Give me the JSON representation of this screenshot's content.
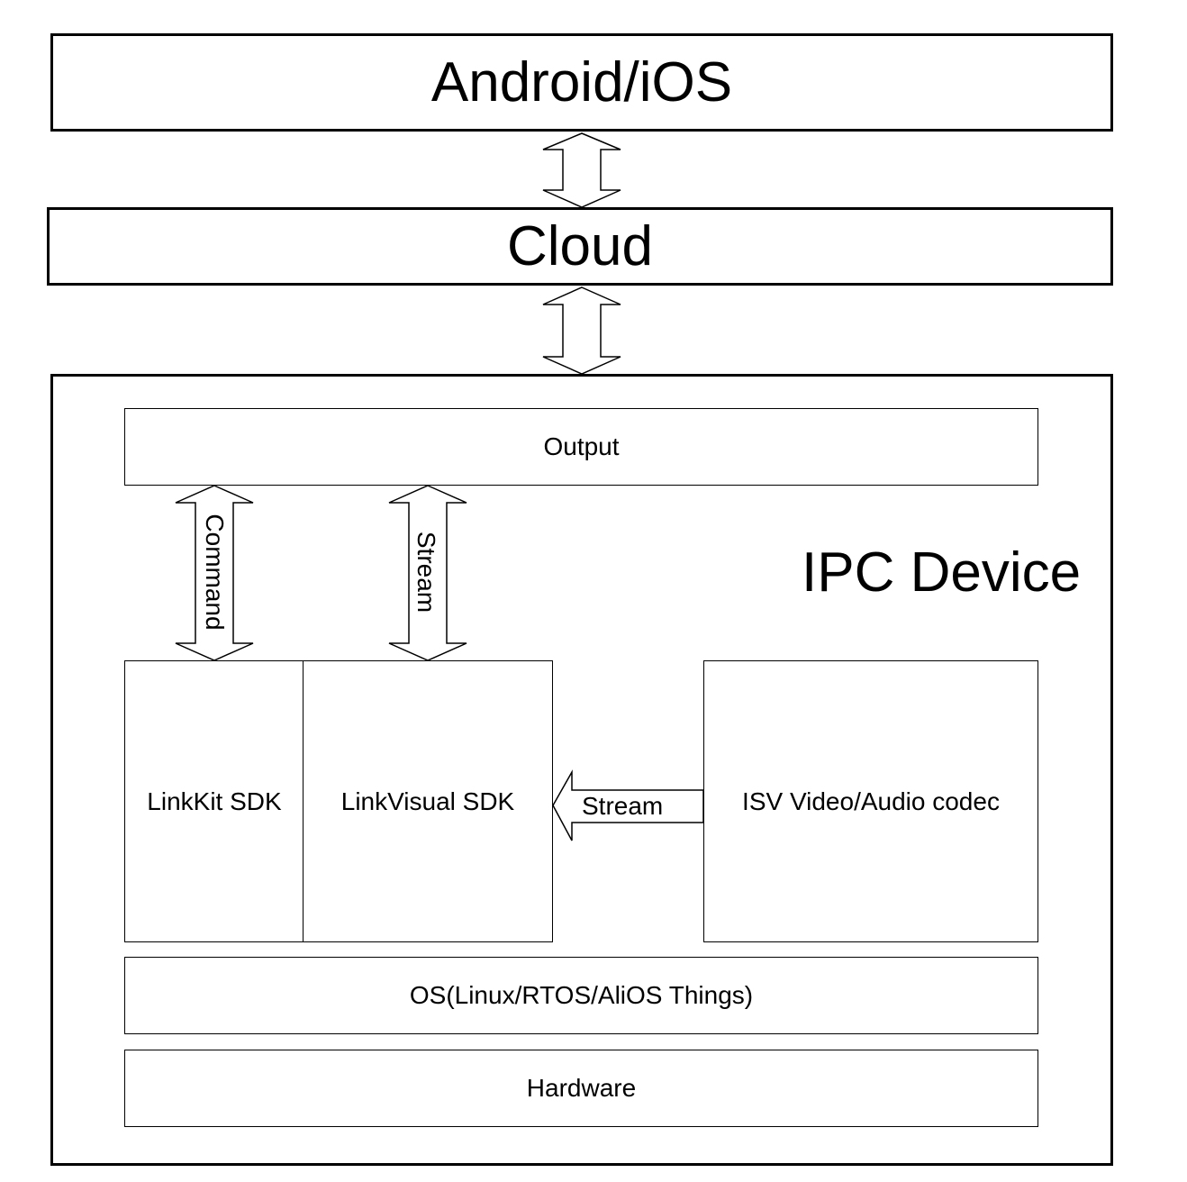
{
  "layers": {
    "client": "Android/iOS",
    "cloud": "Cloud",
    "device": "IPC Device"
  },
  "device": {
    "output": "Output",
    "linkkit": "LinkKit SDK",
    "linkvisual": "LinkVisual SDK",
    "codec": "ISV Video/Audio codec",
    "os": "OS(Linux/RTOS/AliOS Things)",
    "hardware": "Hardware"
  },
  "arrows": {
    "command": "Command",
    "stream_vertical": "Stream",
    "stream_horizontal": "Stream"
  }
}
